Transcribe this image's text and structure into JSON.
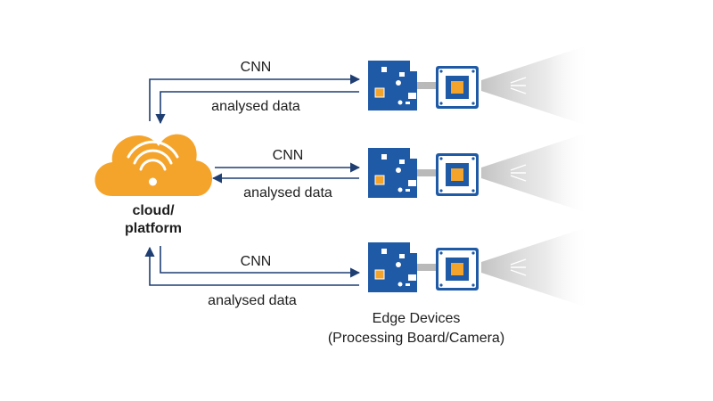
{
  "cloud": {
    "label_line1": "cloud/",
    "label_line2": "platform",
    "color": "#f5a42b"
  },
  "links": [
    {
      "forward_label": "CNN",
      "return_label": "analysed data"
    },
    {
      "forward_label": "CNN",
      "return_label": "analysed data"
    },
    {
      "forward_label": "CNN",
      "return_label": "analysed data"
    }
  ],
  "devices": {
    "caption_line1": "Edge Devices",
    "caption_line2": "(Processing Board/Camera)",
    "board_color": "#1f5aa6",
    "chip_color": "#f5a42b",
    "count": 3
  },
  "colors": {
    "arrow": "#1f3f73",
    "text": "#1e1e1e",
    "beam": "#e6e6e6"
  }
}
